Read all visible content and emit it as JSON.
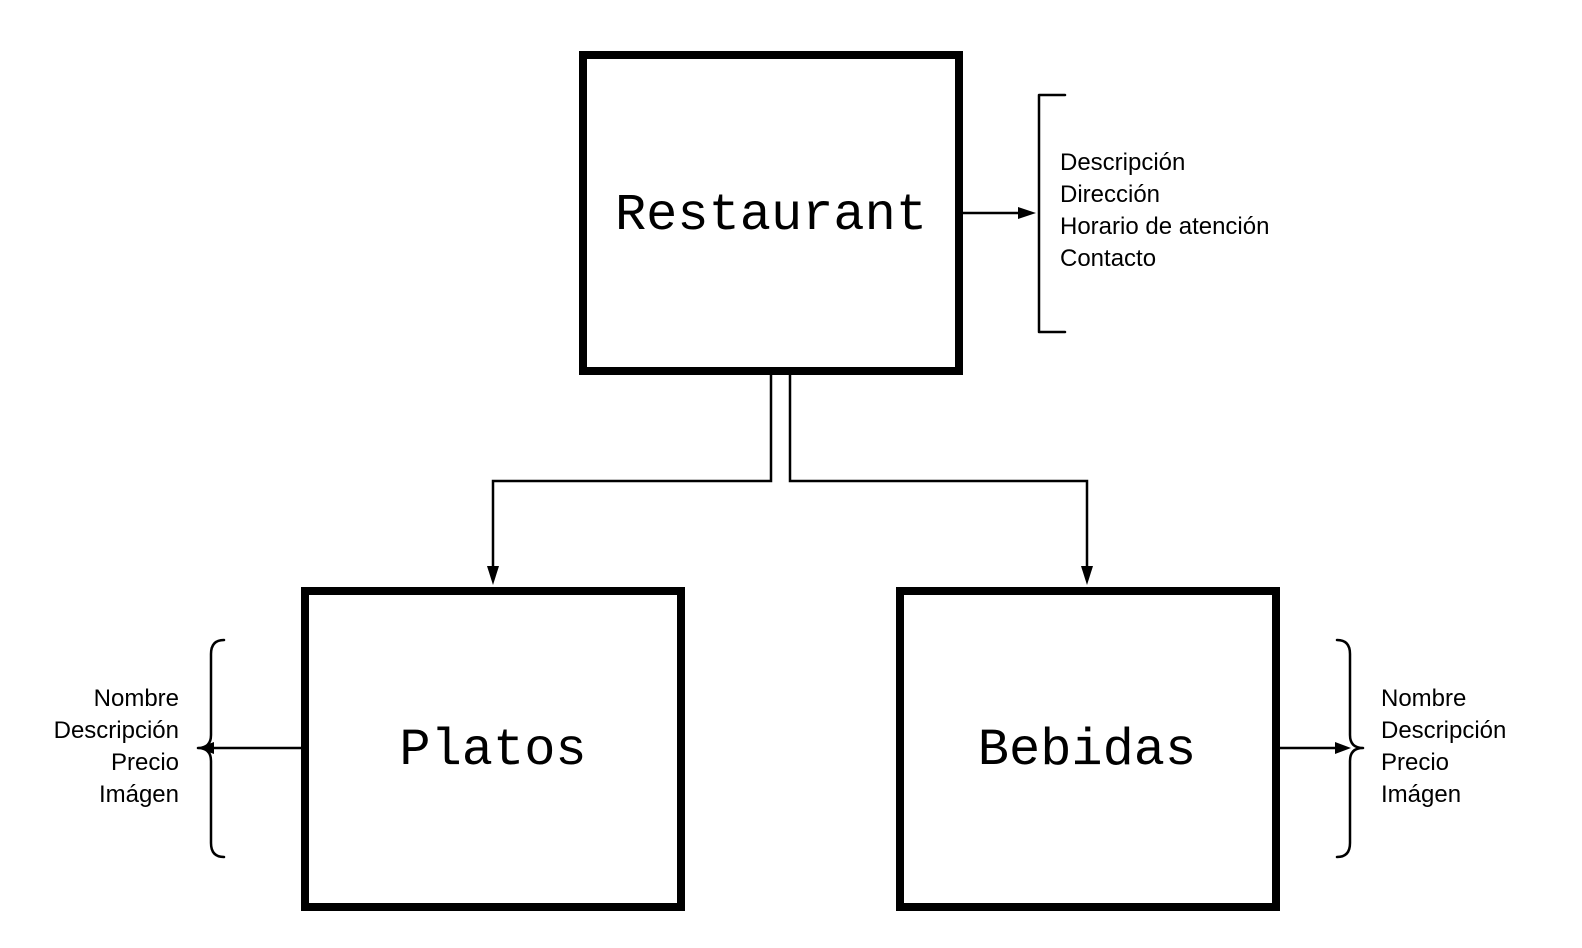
{
  "nodes": {
    "restaurant": {
      "title": "Restaurant",
      "attributes": [
        "Descripción",
        "Dirección",
        "Horario de atención",
        "Contacto"
      ]
    },
    "platos": {
      "title": "Platos",
      "attributes": [
        "Nombre",
        "Descripción",
        "Precio",
        "Imágen"
      ]
    },
    "bebidas": {
      "title": "Bebidas",
      "attributes": [
        "Nombre",
        "Descripción",
        "Precio",
        "Imágen"
      ]
    }
  },
  "colors": {
    "stroke": "#000000",
    "background": "#ffffff"
  }
}
